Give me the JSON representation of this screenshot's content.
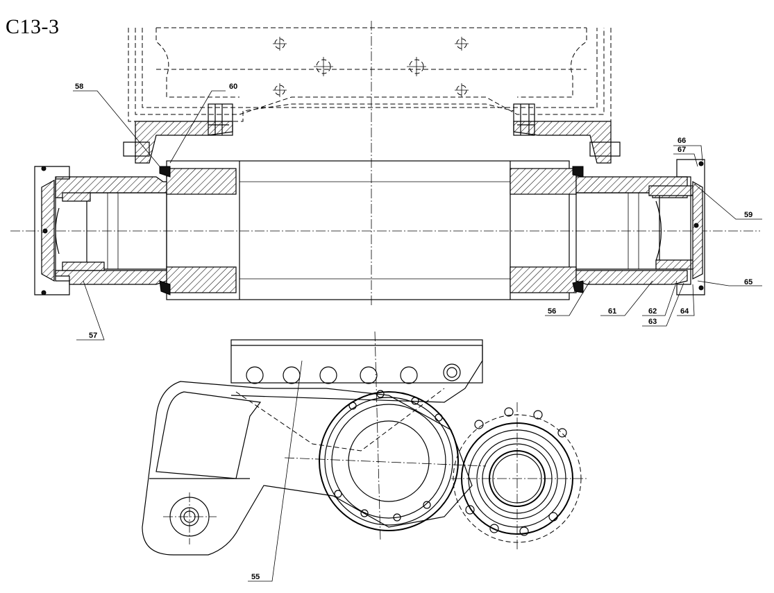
{
  "figure": {
    "title": "C13-3",
    "callouts": [
      "58",
      "60",
      "66",
      "67",
      "59",
      "65",
      "57",
      "56",
      "61",
      "62",
      "63",
      "64",
      "55"
    ]
  }
}
